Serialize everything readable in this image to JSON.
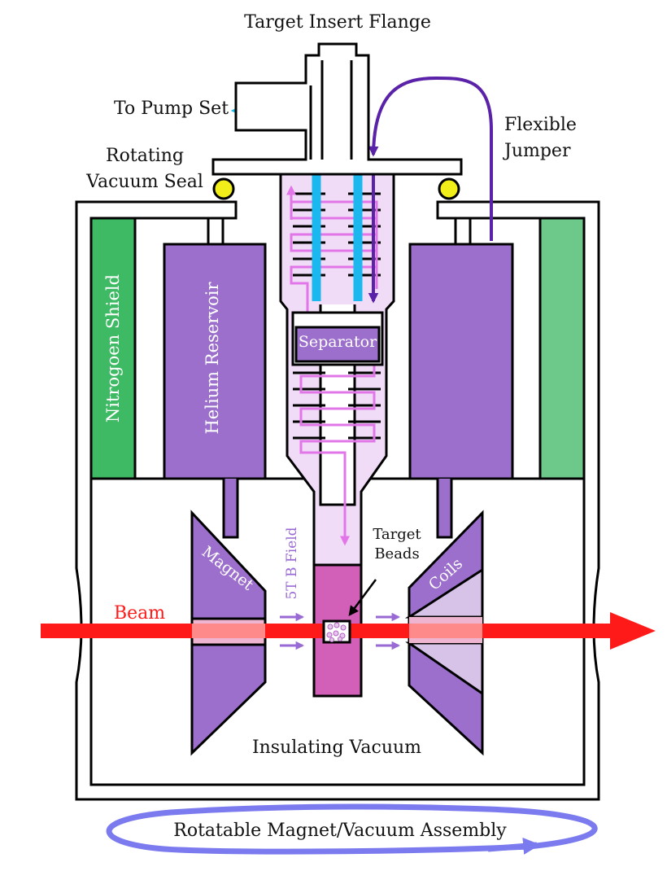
{
  "labels": {
    "target_insert_flange": "Target Insert Flange",
    "to_pump_set": "To Pump Set",
    "flexible": "Flexible",
    "jumper": "Jumper",
    "rotating": "Rotating",
    "vacuum_seal": "Vacuum Seal",
    "nitrogen_shield": "Nitrogoen Shield",
    "helium_reservoir": "Helium Reservoir",
    "separator": "Separator",
    "field": "5T B Field",
    "target": "Target",
    "beads": "Beads",
    "magnet": "Magnet",
    "coils": "Coils",
    "beam": "Beam",
    "insulating_vacuum": "Insulating Vacuum",
    "assembly": "Rotatable Magnet/Vacuum Assembly"
  },
  "colors": {
    "outline": "#000000",
    "nitrogen_green": "#3dba63",
    "nitrogen_green_light": "#6cc98a",
    "helium_purple": "#9b6fcb",
    "insert_fill": "#f0dcf7",
    "target_magenta": "#d25fb8",
    "pump_line_cyan": "#1ab8ef",
    "flow_pink": "#e276e8",
    "jumper_purple": "#5a22a8",
    "beam_red": "#ff1a1a",
    "seal_yellow": "#f2ee1a",
    "field_arrow": "#9a6ad4",
    "rotation_blue": "#7b7bef"
  }
}
